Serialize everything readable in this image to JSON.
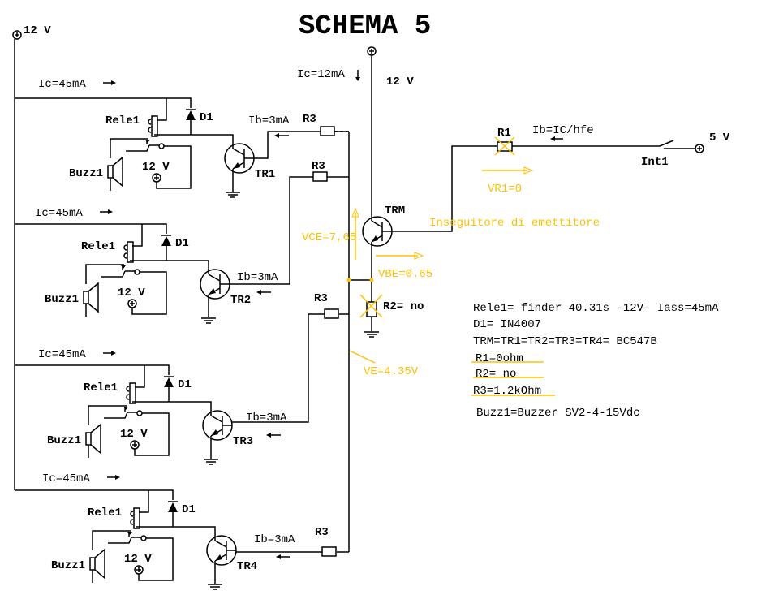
{
  "title": "SCHEMA 5",
  "supply_main": "12 V",
  "trm": {
    "supply": "12 V",
    "ic": "Ic=12mA",
    "label": "TRM",
    "r2": "R2= no",
    "vce": "VCE=7,65",
    "vbe": "VBE=0.65",
    "ve": "VE=4.35V",
    "note": "Inseguitore di emettitore"
  },
  "input": {
    "r1": "R1",
    "ib": "Ib=IC/hfe",
    "vr1": "VR1=0",
    "switch": "Int1",
    "supply": "5 V"
  },
  "stages": [
    {
      "ic": "Ic=45mA",
      "rele": "Rele1",
      "diode": "D1",
      "buzzer": "Buzz1",
      "supply": "12 V",
      "ib": "Ib=3mA",
      "r3": "R3",
      "tr": "TR1"
    },
    {
      "ic": "Ic=45mA",
      "rele": "Rele1",
      "diode": "D1",
      "buzzer": "Buzz1",
      "supply": "12 V",
      "ib": "Ib=3mA",
      "r3": "R3",
      "tr": "TR2"
    },
    {
      "ic": "Ic=45mA",
      "rele": "Rele1",
      "diode": "D1",
      "buzzer": "Buzz1",
      "supply": "12 V",
      "ib": "Ib=3mA",
      "r3": "R3",
      "tr": "TR3"
    },
    {
      "ic": "Ic=45mA",
      "rele": "Rele1",
      "diode": "D1",
      "buzzer": "Buzz1",
      "supply": "12 V",
      "ib": "Ib=3mA",
      "r3": "R3",
      "tr": "TR4"
    }
  ],
  "notes": [
    "Rele1= finder 40.31s -12V- Iass=45mA",
    "D1= IN4007",
    "TRM=TR1=TR2=TR3=TR4= BC547B",
    "R1=0ohm",
    "R2= no",
    "R3=1.2kOhm",
    "Buzz1=Buzzer SV2-4-15Vdc"
  ],
  "colors": {
    "wire": "#000000",
    "annotation": "#ffc000"
  }
}
